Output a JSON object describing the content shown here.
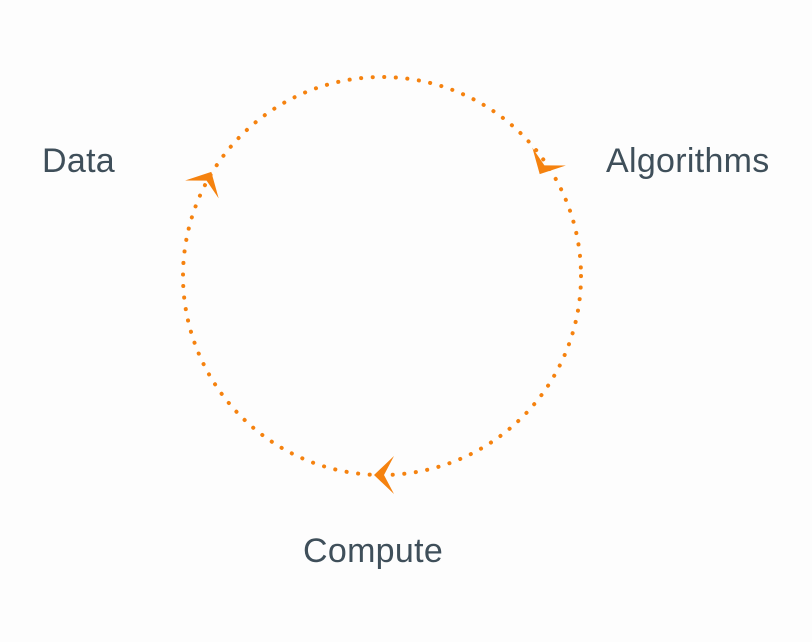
{
  "nodes": {
    "data": "Data",
    "algorithms": "Algorithms",
    "compute": "Compute"
  },
  "colors": {
    "accent": "#f5820f",
    "text": "#3f4f5a",
    "background": "#fdfdfd"
  },
  "icons": {
    "arrow": "chevron-arrow-icon"
  }
}
